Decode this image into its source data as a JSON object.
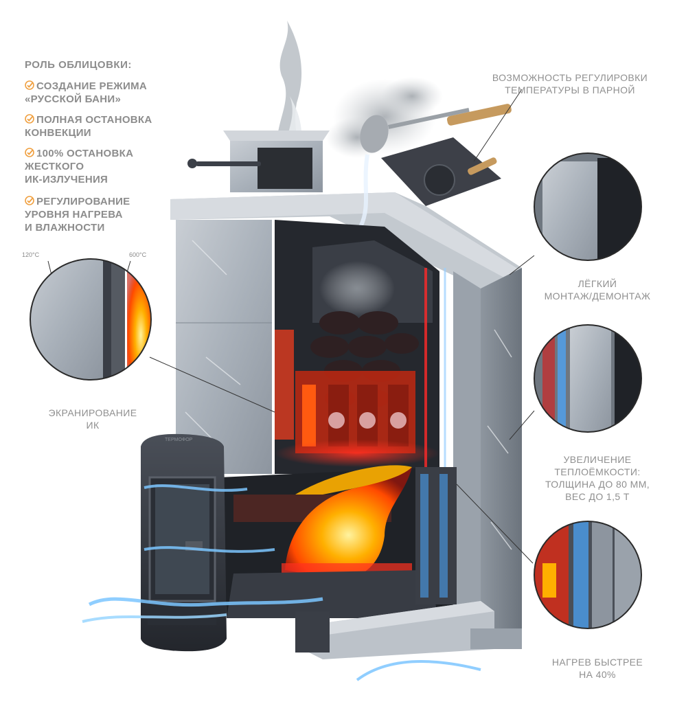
{
  "features": {
    "title": "РОЛЬ ОБЛИЦОВКИ:",
    "items": [
      {
        "line1": "СОЗДАНИЕ РЕЖИМА",
        "line2": "«РУССКОЙ БАНИ»",
        "line3": ""
      },
      {
        "line1": "ПОЛНАЯ ОСТАНОВКА",
        "line2": "КОНВЕКЦИИ",
        "line3": ""
      },
      {
        "line1": "100% ОСТАНОВКА",
        "line2": "ЖЕСТКОГО",
        "line3": "ИК-ИЗЛУЧЕНИЯ"
      },
      {
        "line1": "РЕГУЛИРОВАНИЕ",
        "line2": "УРОВНЯ НАГРЕВА",
        "line3": "И ВЛАЖНОСТИ"
      }
    ],
    "check_color": "#f0a040"
  },
  "callouts": {
    "temp_control": {
      "line1": "ВОЗМОЖНОСТЬ РЕГУЛИРОВКИ",
      "line2": "ТЕМПЕРАТУРЫ В ПАРНОЙ"
    },
    "mount": {
      "line1": "ЛЁГКИЙ",
      "line2": "МОНТАЖ/ДЕМОНТАЖ"
    },
    "screening": {
      "line1": "ЭКРАНИРОВАНИЕ",
      "line2": "ИК"
    },
    "capacity": {
      "line1": "УВЕЛИЧЕНИЕ",
      "line2": "ТЕПЛОЁМКОСТИ:",
      "line3": "ТОЛЩИНА ДО 80 ММ,",
      "line4": "ВЕС ДО 1,5 Т"
    },
    "heating": {
      "line1": "НАГРЕВ БЫСТРЕЕ",
      "line2": "НА 40%"
    }
  },
  "temps": {
    "left": "120°C",
    "right": "600°C"
  },
  "brand_text": "TEPMOФОР",
  "colors": {
    "stone": "#b9c0c8",
    "metal": "#3a3e46",
    "fire": "#ff6a00",
    "cold_air": "#4aa8ff",
    "hot_air": "#ff2a2a"
  }
}
